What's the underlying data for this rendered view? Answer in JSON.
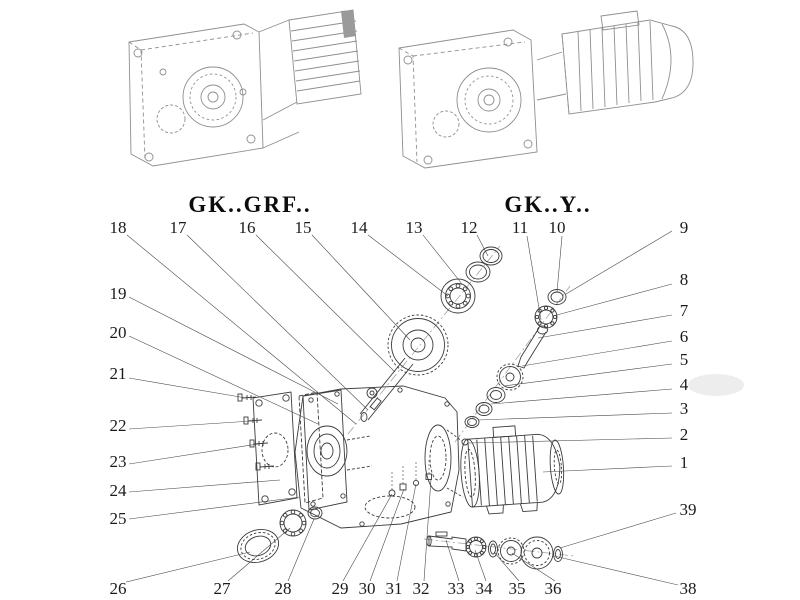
{
  "models": [
    {
      "label": "GK..GRF.."
    },
    {
      "label": "GK..Y.."
    }
  ],
  "callouts": {
    "top_row": [
      "18",
      "17",
      "16",
      "15",
      "14",
      "13",
      "12",
      "11",
      "10"
    ],
    "left_col": [
      "19",
      "20",
      "21",
      "22",
      "23",
      "24",
      "25"
    ],
    "right_col": [
      "9",
      "8",
      "7",
      "6",
      "5",
      "4",
      "3",
      "2",
      "1",
      "39"
    ],
    "bottom_row": [
      "26",
      "27",
      "28",
      "29",
      "30",
      "31",
      "32",
      "33",
      "34",
      "35",
      "36"
    ],
    "bottom_right": "38"
  },
  "colors": {
    "ink": "#1b1b1b",
    "exploded_line_art": "#3c3c3c",
    "overview_line_art": "#8f8f8f",
    "background": "#ffffff"
  }
}
